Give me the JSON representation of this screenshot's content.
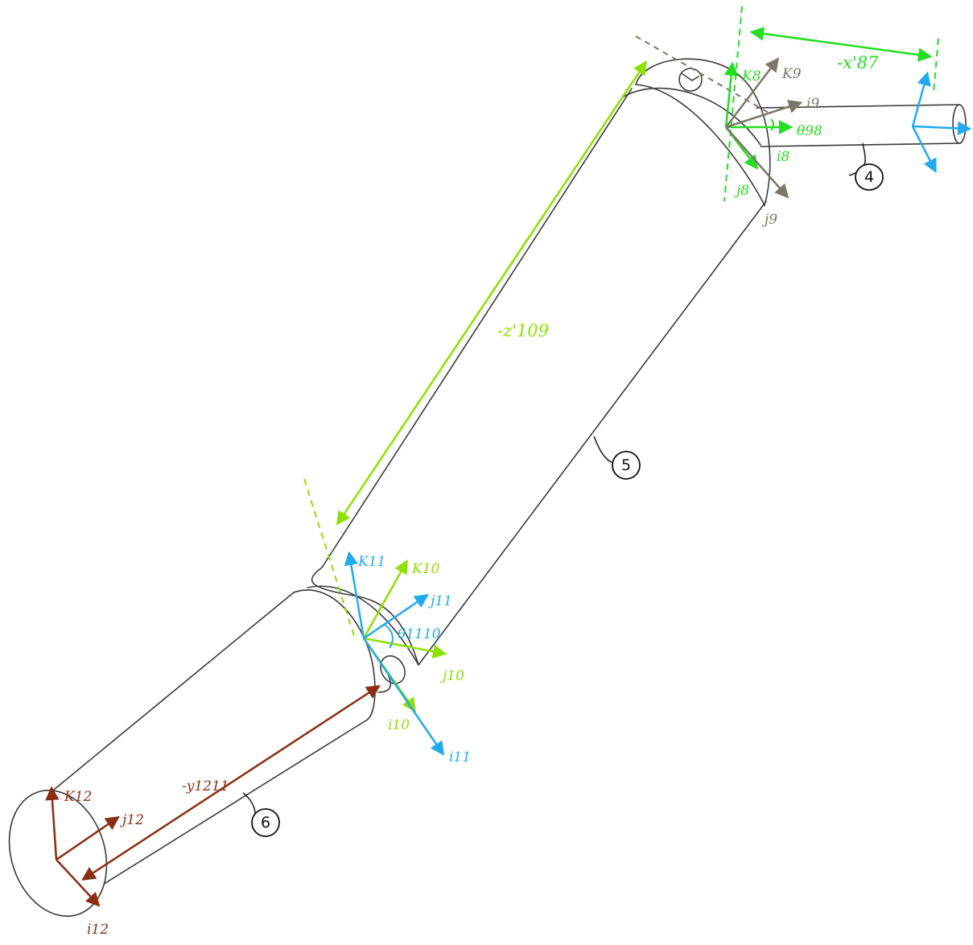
{
  "colors": {
    "outline": "#3a3a3a",
    "green": "#22dd22",
    "lime": "#8ee000",
    "gray": "#7d766a",
    "cyan": "#22aaee",
    "brown": "#8b2e12"
  },
  "part_labels": {
    "link4": "4",
    "link5": "5",
    "link6": "6"
  },
  "frame8": {
    "k": "K8",
    "i": "i8",
    "j": "j8"
  },
  "frame9": {
    "k": "K9",
    "i": "i9",
    "j": "j9"
  },
  "angle98": "θ98",
  "dim87": "-x'87",
  "dim109": "-z'109",
  "frame10": {
    "k": "K10",
    "j": "j10",
    "i": "i10"
  },
  "frame11": {
    "k": "K11",
    "j": "j11",
    "i": "i11"
  },
  "angle1110": "θ1110",
  "frame12": {
    "k": "K12",
    "j": "j12",
    "i": "i12"
  },
  "dim1211": "-y1211"
}
